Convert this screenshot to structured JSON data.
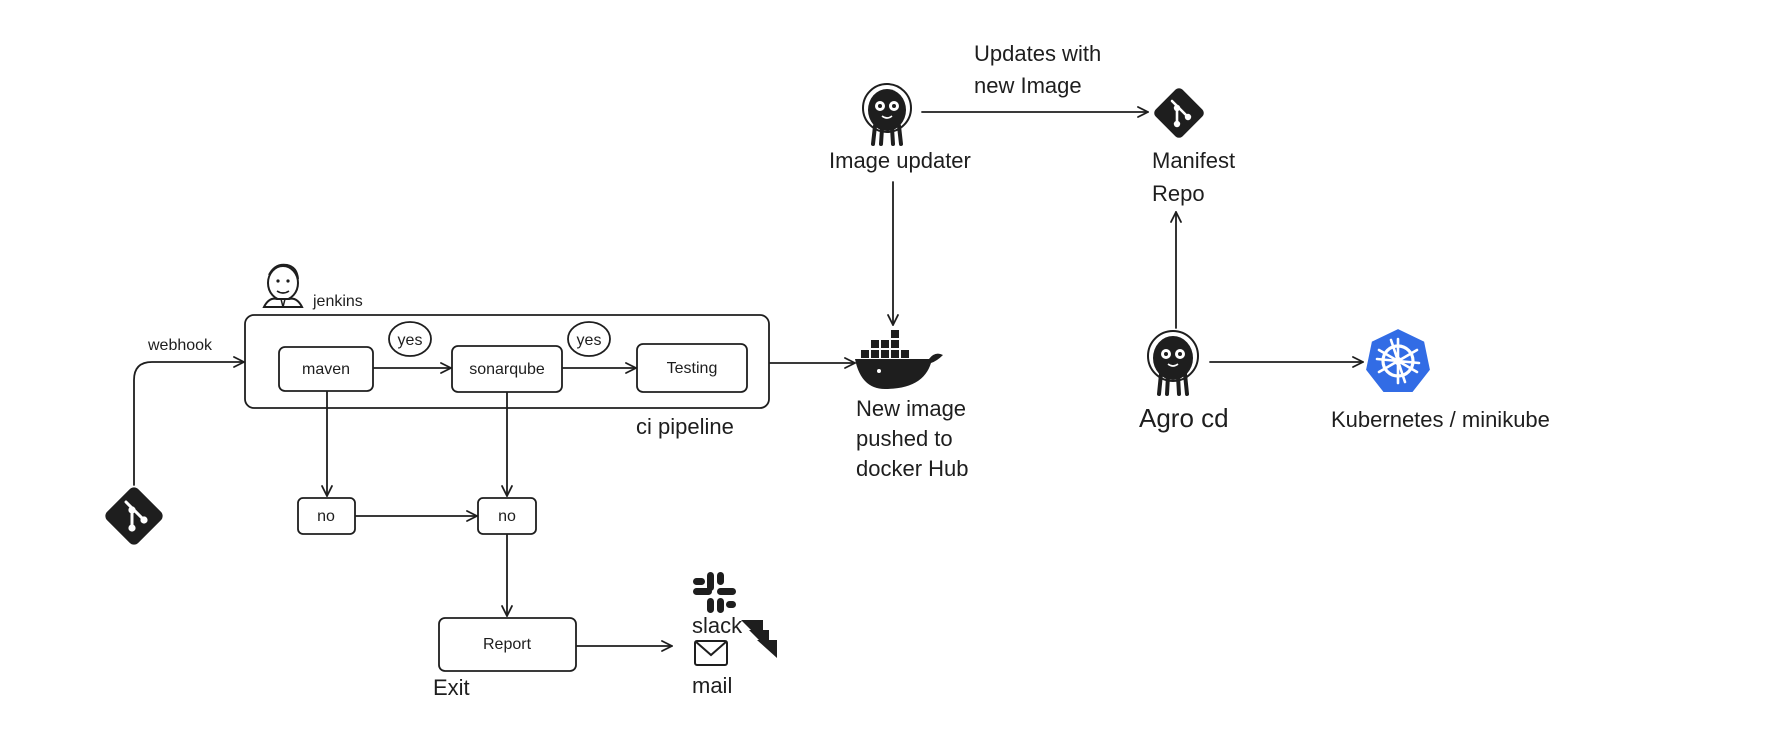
{
  "labels": {
    "webhook": "webhook",
    "jenkins": "jenkins",
    "maven": "maven",
    "yes_1": "yes",
    "sonarqube": "sonarqube",
    "yes_2": "yes",
    "testing": "Testing",
    "ci_pipeline": "ci pipeline",
    "no_1": "no",
    "no_2": "no",
    "report": "Report",
    "exit": "Exit",
    "slack": "slack",
    "mail": "mail",
    "new_image": [
      "New image",
      "pushed to",
      "docker Hub"
    ],
    "image_updater": "Image updater",
    "updates_with": [
      "Updates with",
      "new Image"
    ],
    "manifest_repo": [
      "Manifest",
      "Repo"
    ],
    "agro_cd": "Agro cd",
    "kubernetes": "Kubernetes / minikube"
  },
  "icons": {
    "git_left": "git-icon",
    "git_manifest": "git-icon",
    "jenkins": "jenkins-icon",
    "docker": "docker-icon",
    "image_updater": "argo-octopus-icon",
    "agro_cd": "argo-octopus-icon",
    "kubernetes": "kubernetes-icon",
    "slack": "slack-icon",
    "mail": "mail-icon",
    "jira": "jira-icon"
  },
  "colors": {
    "ink": "#1e1e1e",
    "kubernetes_blue": "#326ce5"
  }
}
